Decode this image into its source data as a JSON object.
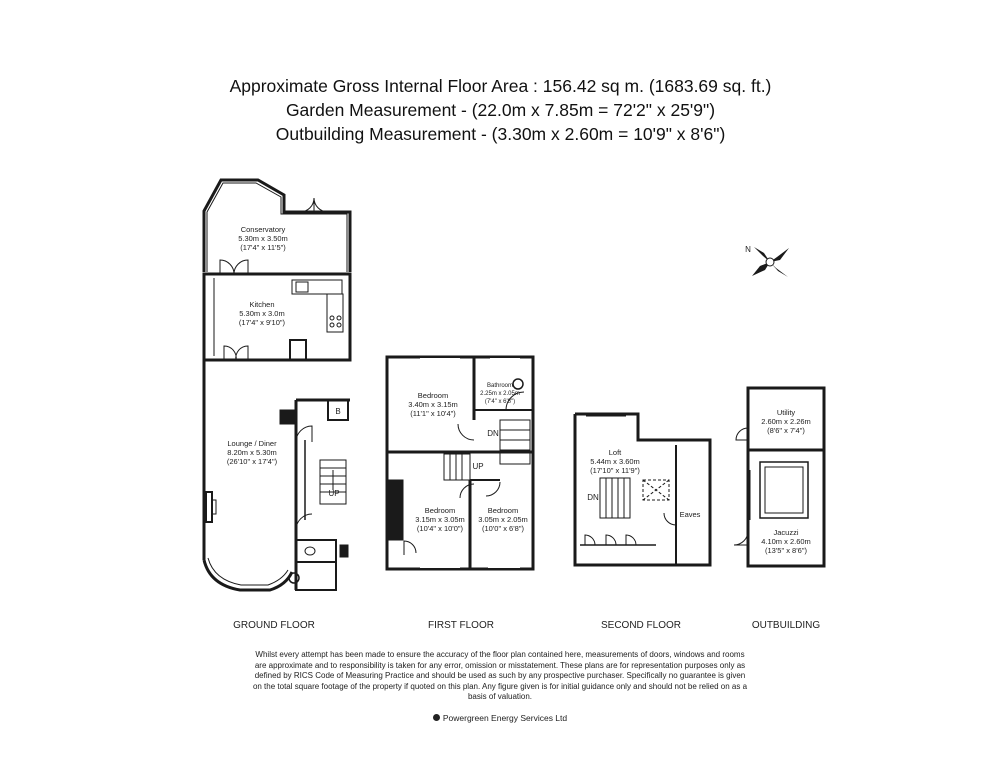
{
  "header": {
    "line1": "Approximate Gross Internal Floor Area : 156.42 sq m. (1683.69 sq. ft.)",
    "line2": "Garden Measurement - (22.0m x 7.85m = 72'2\" x 25'9\")",
    "line3": "Outbuilding Measurement - (3.30m x 2.60m = 10'9\" x 8'6\")"
  },
  "rooms": {
    "conservatory": {
      "name": "Conservatory",
      "metric": "5.30m x 3.50m",
      "imperial": "(17'4\" x 11'5\")"
    },
    "kitchen": {
      "name": "Kitchen",
      "metric": "5.30m x 3.0m",
      "imperial": "(17'4\" x 9'10\")"
    },
    "lounge": {
      "name": "Lounge / Diner",
      "metric": "8.20m x 5.30m",
      "imperial": "(26'10\" x 17'4\")"
    },
    "bedroom1": {
      "name": "Bedroom",
      "metric": "3.40m x 3.15m",
      "imperial": "(11'1\" x 10'4\")"
    },
    "bathroom": {
      "name": "Bathroom",
      "metric": "2.25m x 2.05m",
      "imperial": "(7'4\" x 6'8\")"
    },
    "bedroom2": {
      "name": "Bedroom",
      "metric": "3.15m x 3.05m",
      "imperial": "(10'4\" x 10'0\")"
    },
    "bedroom3": {
      "name": "Bedroom",
      "metric": "3.05m x 2.05m",
      "imperial": "(10'0\" x 6'8\")"
    },
    "loft": {
      "name": "Loft",
      "metric": "5.44m x 3.60m",
      "imperial": "(17'10\" x 11'9\")"
    },
    "eaves": {
      "name": "Eaves"
    },
    "utility": {
      "name": "Utility",
      "metric": "2.60m x 2.26m",
      "imperial": "(8'6\" x 7'4\")"
    },
    "jacuzzi": {
      "name": "Jacuzzi",
      "metric": "4.10m x 2.60m",
      "imperial": "(13'5\" x 8'6\")"
    }
  },
  "markers": {
    "up": "UP",
    "dn": "DN",
    "boiler": "B",
    "north": "N"
  },
  "floors": {
    "ground": "GROUND FLOOR",
    "first": "FIRST FLOOR",
    "second": "SECOND FLOOR",
    "outbuilding": "OUTBUILDING"
  },
  "disclaimer": "Whilst every attempt has been made to ensure the accuracy of the floor plan contained here, measurements of doors, windows and rooms are approximate and to responsibility is taken for any error, omission or misstatement. These plans are for representation purposes only as defined by RICS Code of Measuring Practice and should be used as such by any prospective purchaser. Specifically no guarantee is given on the total square footage of the property if quoted on this plan. Any figure given is for initial guidance only and should not be relied on as a basis of valuation.",
  "copyright": "Powergreen Energy Services Ltd",
  "colors": {
    "walls": "#1a1a1a",
    "window": "#ffffff",
    "background": "#ffffff"
  }
}
